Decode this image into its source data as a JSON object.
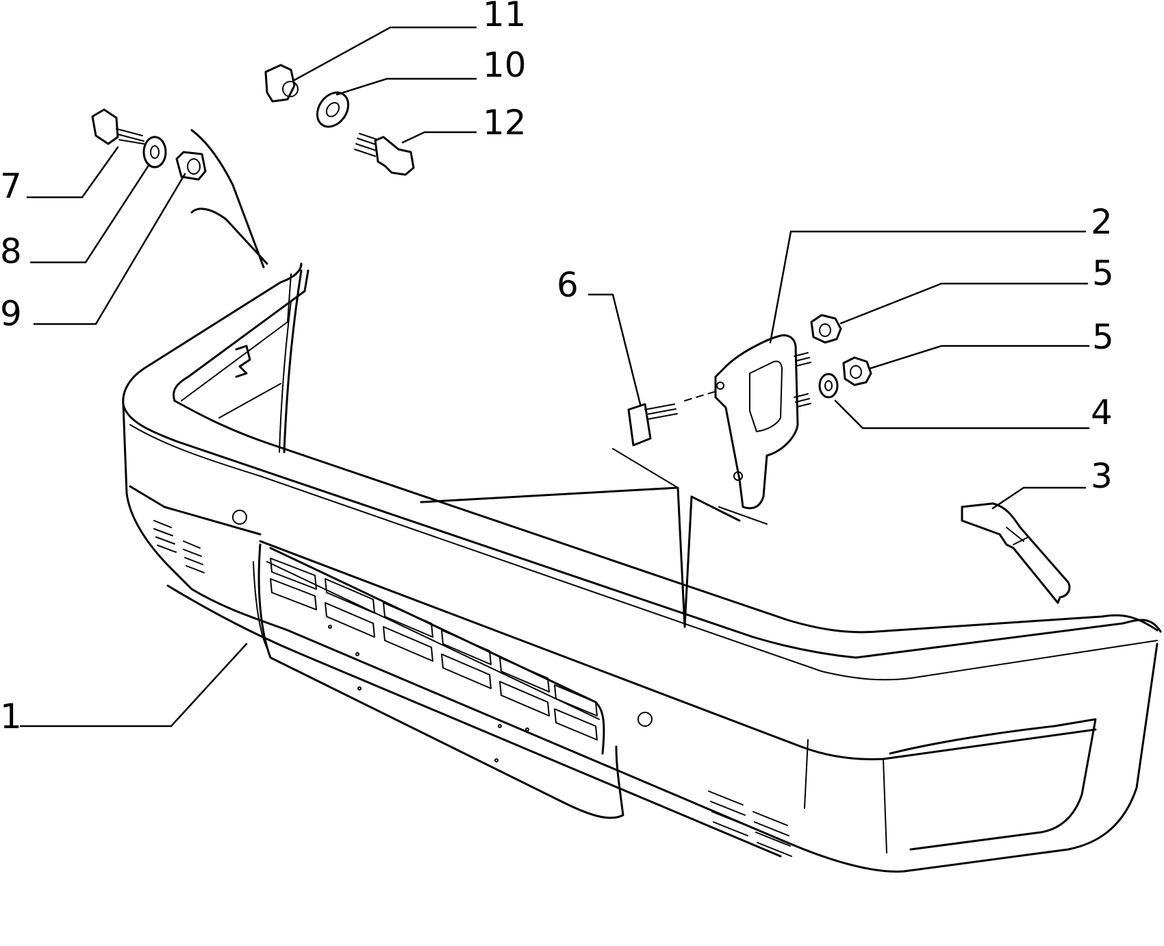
{
  "callouts": {
    "c1": "1",
    "c2": "2",
    "c3": "3",
    "c4": "4",
    "c5a": "5",
    "c5b": "5",
    "c6": "6",
    "c7": "7",
    "c8": "8",
    "c9": "9",
    "c10": "10",
    "c11": "11",
    "c12": "12"
  },
  "colors": {
    "ink": "#000000",
    "paper": "#ffffff"
  }
}
